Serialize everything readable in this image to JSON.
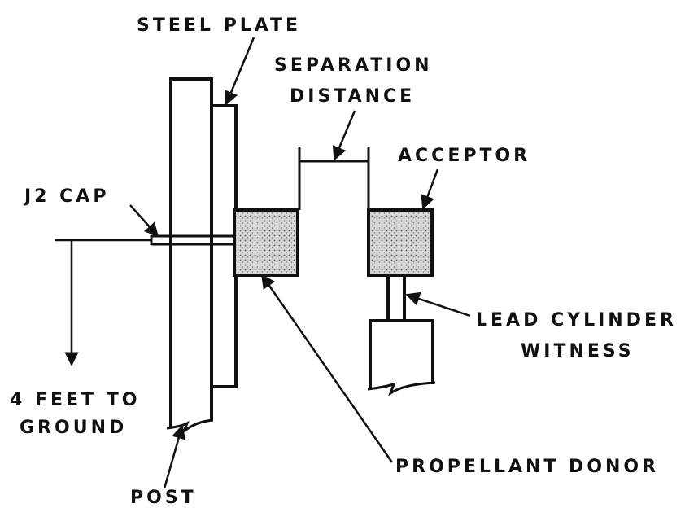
{
  "labels": {
    "steel_plate": "STEEL PLATE",
    "separation_line1": "SEPARATION",
    "separation_line2": "DISTANCE",
    "acceptor": "ACCEPTOR",
    "j2_cap": "J2 CAP",
    "lead_line1": "LEAD CYLINDER",
    "lead_line2": "WITNESS",
    "feet_line1": "4 FEET TO",
    "feet_line2": "GROUND",
    "propellant_donor": "PROPELLANT DONOR",
    "post": "POST"
  },
  "colors": {
    "ink": "#111111",
    "fill": "#cfcfcf",
    "background": "#ffffff"
  }
}
